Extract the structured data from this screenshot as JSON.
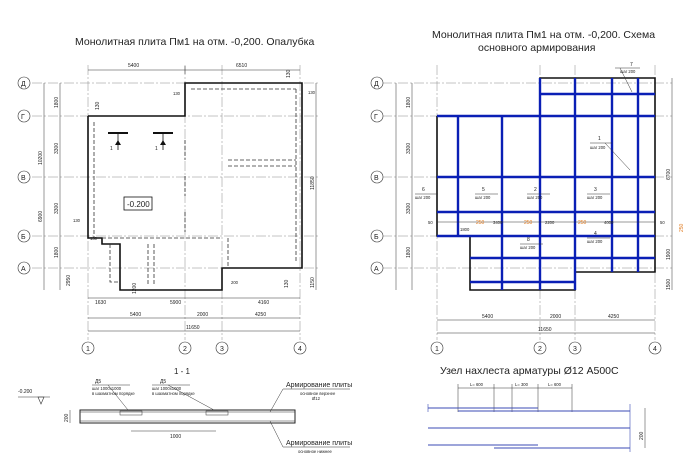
{
  "titles": {
    "formwork": "Монолитная плита Пм1 на отм. -0,200. Опалубка",
    "rebar_l1": "Монолитная плита Пм1 на отм. -0,200. Схема",
    "rebar_l2": "основного армирования",
    "section": "1 - 1",
    "lap": "Узел нахлеста арматуры Ø12 А500С"
  },
  "axes": {
    "rows": [
      "Д",
      "Г",
      "В",
      "Б",
      "А"
    ],
    "cols": [
      "1",
      "2",
      "3",
      "4"
    ]
  },
  "formwork": {
    "top_dims": [
      "5400",
      "6510"
    ],
    "left_outer": [
      "1800",
      "3300",
      "3300",
      "1800",
      "2950"
    ],
    "left_inner": [
      "10200",
      "6900"
    ],
    "right_dims": [
      "11850",
      "1150"
    ],
    "bottom_row1": [
      "1630",
      "5900",
      "4160"
    ],
    "bottom_row2": [
      "5400",
      "2000",
      "4250"
    ],
    "total": "11650",
    "small": [
      "130",
      "130",
      "130",
      "130",
      "130",
      "130",
      "1200",
      "200",
      "130"
    ],
    "level": "-0.200",
    "cut": "1"
  },
  "rebar": {
    "top_dims": [
      "1800",
      "3300",
      "3300",
      "1800"
    ],
    "right_dims": [
      "6700",
      "1900",
      "1500"
    ],
    "bottom_dims": [
      "5400",
      "2000",
      "4250"
    ],
    "total": "11650",
    "marks": [
      {
        "n": "7",
        "s": "шаг 200"
      },
      {
        "n": "1",
        "s": "шаг 200"
      },
      {
        "n": "6",
        "s": "шаг 200"
      },
      {
        "n": "5",
        "s": "шаг 200"
      },
      {
        "n": "2",
        "s": "шаг 200"
      },
      {
        "n": "3",
        "s": "шаг 200"
      },
      {
        "n": "8",
        "s": "шаг 200"
      },
      {
        "n": "4",
        "s": "шаг 200"
      }
    ],
    "lap_dims": [
      "50",
      "1800",
      "3400",
      "2200",
      "4000",
      "50"
    ],
    "orange": [
      "250",
      "250",
      "250",
      "250"
    ]
  },
  "section": {
    "level": "-0.200",
    "marks": [
      {
        "n": "Д5",
        "s1": "шаг 1000х1000",
        "s2": "в шахматном порядке"
      },
      {
        "n": "Д5",
        "s1": "шаг 1000х1000",
        "s2": "в шахматном порядке"
      }
    ],
    "top_label": "Армирование плиты",
    "top_sub1": "основное верхнее",
    "top_sub2": "Ø12",
    "bot_label": "Армирование плиты",
    "bot_sub": "основное нижнее",
    "thick": "200",
    "span": "1000"
  },
  "lap": {
    "dims": [
      "L= 600",
      "L= 300",
      "L= 600"
    ],
    "thick": "200"
  }
}
